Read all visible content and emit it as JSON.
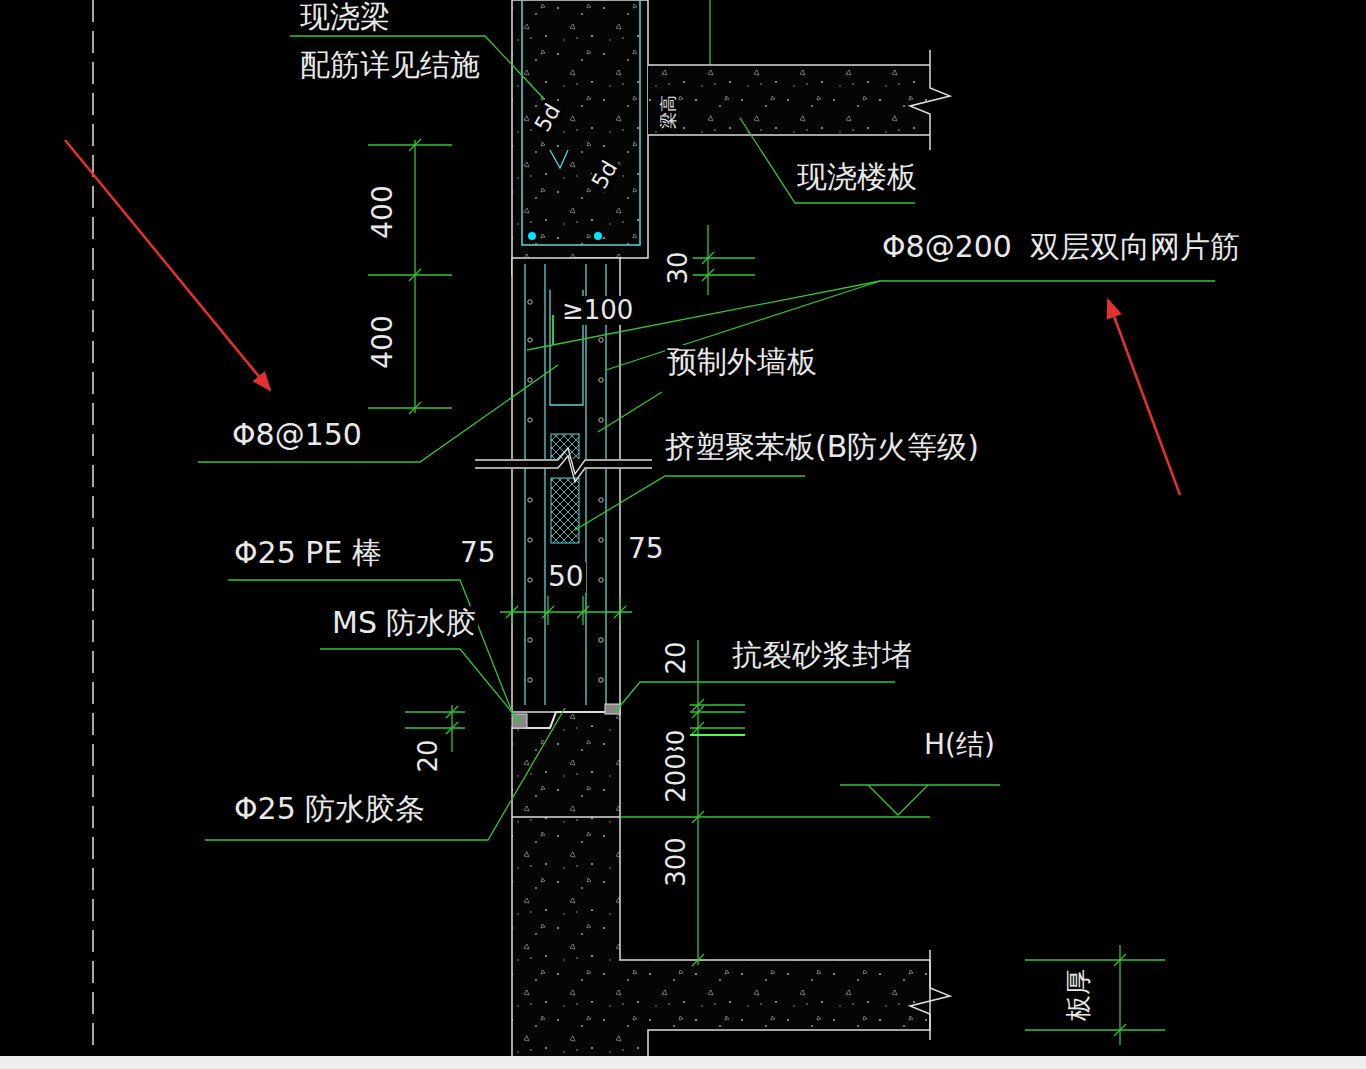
{
  "diagram": {
    "labels": [
      "现浇梁",
      "配筋详见结施",
      "5d",
      "5d",
      "梁高",
      "现浇楼板",
      "400",
      "400",
      "30",
      "Φ8@200",
      "双层双向网片筋",
      "≥100",
      "预制外墙板",
      "Φ8@150",
      "挤塑聚苯板(B防火等级)",
      "Φ25 PE 棒",
      "75",
      "75",
      "50",
      "MS 防水胶",
      "20",
      "Φ25 防水胶条",
      "20",
      "抗裂砂浆封堵",
      "30",
      "200",
      "300",
      "H(结)",
      "板厚"
    ]
  }
}
